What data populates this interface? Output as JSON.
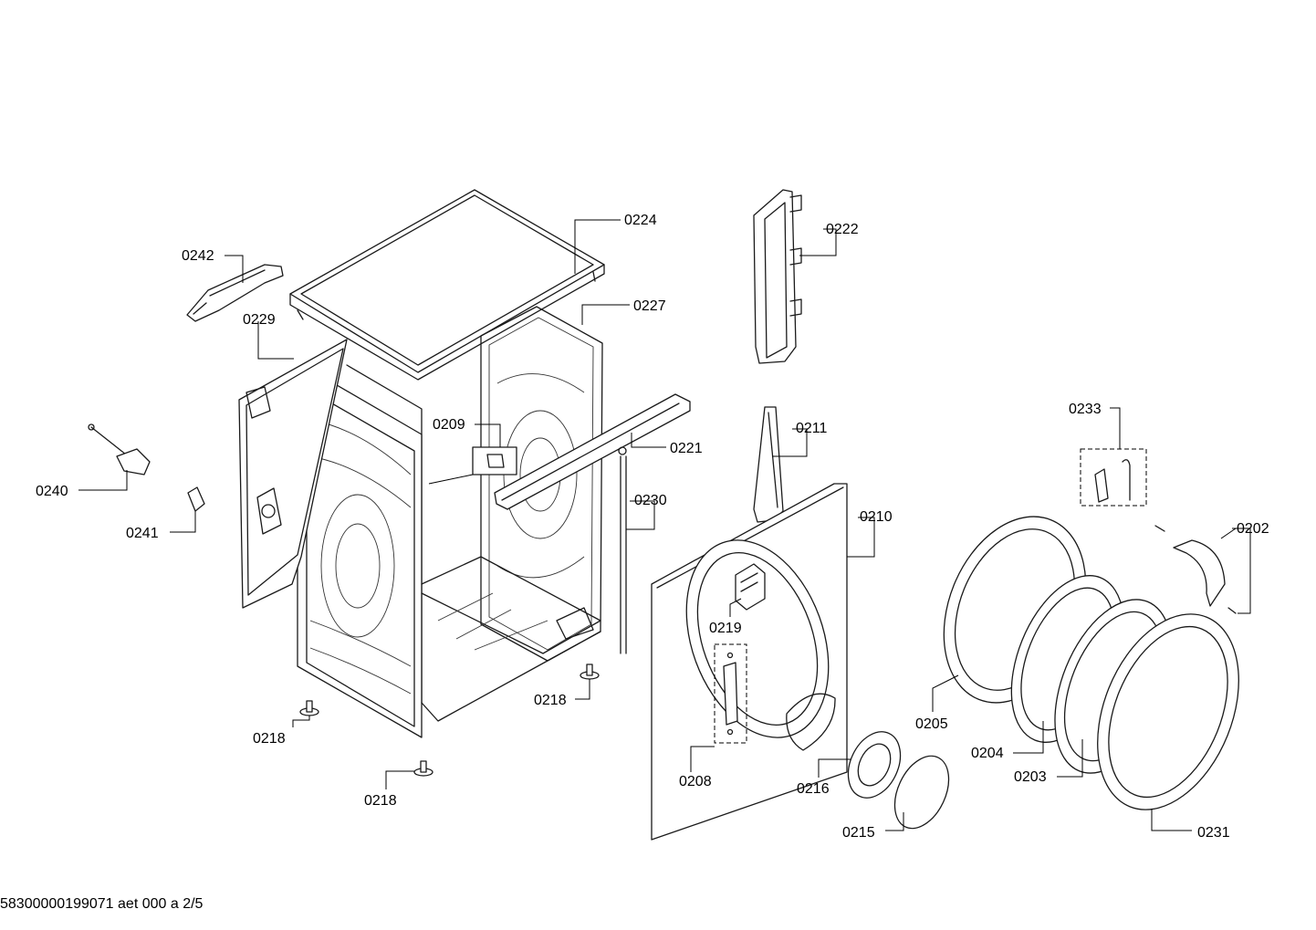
{
  "document_id": "58300000199071 aet 000 a 2/5",
  "callouts": [
    {
      "id": "c0224",
      "text": "0224"
    },
    {
      "id": "c0242",
      "text": "0242"
    },
    {
      "id": "c0229",
      "text": "0229"
    },
    {
      "id": "c0227",
      "text": "0227"
    },
    {
      "id": "c0222",
      "text": "0222"
    },
    {
      "id": "c0209",
      "text": "0209"
    },
    {
      "id": "c0221",
      "text": "0221"
    },
    {
      "id": "c0211",
      "text": "0211"
    },
    {
      "id": "c0233",
      "text": "0233"
    },
    {
      "id": "c0240",
      "text": "0240"
    },
    {
      "id": "c0230",
      "text": "0230"
    },
    {
      "id": "c0210",
      "text": "0210"
    },
    {
      "id": "c0202",
      "text": "0202"
    },
    {
      "id": "c0241",
      "text": "0241"
    },
    {
      "id": "c0219",
      "text": "0219"
    },
    {
      "id": "c0218a",
      "text": "0218"
    },
    {
      "id": "c0218b",
      "text": "0218"
    },
    {
      "id": "c0218c",
      "text": "0218"
    },
    {
      "id": "c0205",
      "text": "0205"
    },
    {
      "id": "c0204",
      "text": "0204"
    },
    {
      "id": "c0203",
      "text": "0203"
    },
    {
      "id": "c0208",
      "text": "0208"
    },
    {
      "id": "c0216",
      "text": "0216"
    },
    {
      "id": "c0215",
      "text": "0215"
    },
    {
      "id": "c0231",
      "text": "0231"
    }
  ]
}
